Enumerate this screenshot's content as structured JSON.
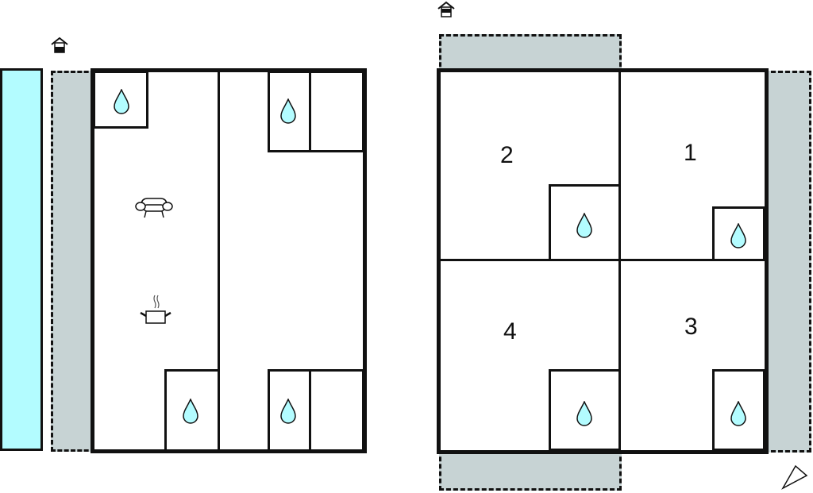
{
  "plan_left": {
    "pool": {
      "label": "pool",
      "color": "#b3fcff"
    },
    "terrace": {
      "label": "terrace",
      "color": "#c7d3d4"
    },
    "entrance_icon": "entrance-icon",
    "icons": [
      "water-drop-icon",
      "water-drop-icon",
      "sofa-icon",
      "cooking-pot-icon",
      "water-drop-icon",
      "water-drop-icon"
    ]
  },
  "plan_right": {
    "rooms": [
      {
        "label": "1"
      },
      {
        "label": "2"
      },
      {
        "label": "3"
      },
      {
        "label": "4"
      }
    ],
    "terrace_color": "#c7d3d4",
    "entrance_icon": "entrance-icon",
    "compass_icon": "north-arrow-icon"
  },
  "colors": {
    "water": "#b3fcff",
    "terrace": "#c7d3d4",
    "wall": "#111111"
  }
}
